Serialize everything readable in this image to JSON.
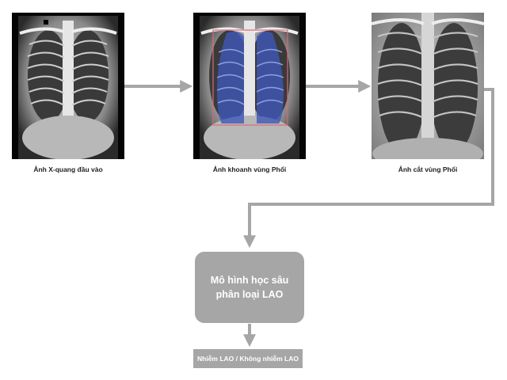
{
  "diagram": {
    "steps": [
      {
        "id": "input",
        "caption": "Ảnh X-quang đầu vào"
      },
      {
        "id": "segmented",
        "caption": "Ảnh khoanh vùng Phổi"
      },
      {
        "id": "cropped",
        "caption": "Ảnh cắt vùng Phổi"
      }
    ],
    "model": {
      "line1": "Mô hình học sâu",
      "line2": "phân loại LAO"
    },
    "result": {
      "label": "Nhiễm LAO / Không nhiễm LAO"
    },
    "colors": {
      "arrow": "#a6a6a6",
      "box": "#a6a6a6",
      "box_text": "#ffffff",
      "lung_mask": "#3f57b8",
      "crop_rect": "#d9697a"
    }
  }
}
